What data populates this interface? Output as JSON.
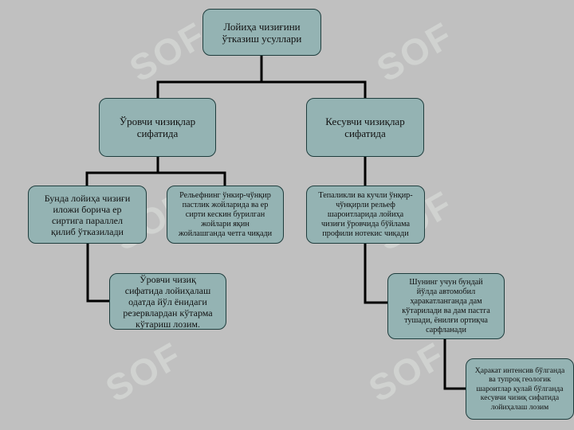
{
  "watermark": {
    "text": "SOF"
  },
  "nodes": {
    "root": "Лойиҳа чизиғини\nўтказиш усуллари",
    "level_mode": "Ўровчи чизиқлар\nсифатида",
    "cut_mode": "Кесувчи чизиқлар\nсифатида",
    "parallel": "Бунда лойиҳа чизиғи\nиложи борича ер\nсиртига параллел\nқилиб ўтказилади",
    "relief": "Рельефнинг ўнкир-чўнқир\nпастлик жойларида ва ер\nсирти кескин бурилган\nжойлари яқин\nжойлашганда четга чиқади",
    "hilly": "Тепаликли ва кучли ўнқир-\nчўнқирли рельеф\nшароитларида лойиҳа\nчизиғи ўровчида бўйлама\nпрофили нотекис чиқади",
    "level_design": "Ўровчи чизиқ\nсифатида лойиҳалаш\nодатда йўл ёнидаги\nрезервлардан кўтарма\nкўтариш лозим.",
    "therefore": "Шунинг учун бундай\nйўлда автомобил\nҳаракатланганда дам\nкўтарилади ва дам пастга\nтушади, ёнилғи ортиқча\nсарфланади",
    "traffic": "Ҳаракат интенсив бўлганда\nва тупроқ геологик\nшароитлар қулай бўлганда\nкесувчи чизиқ сифатида\nлойиҳалаш лозим"
  }
}
